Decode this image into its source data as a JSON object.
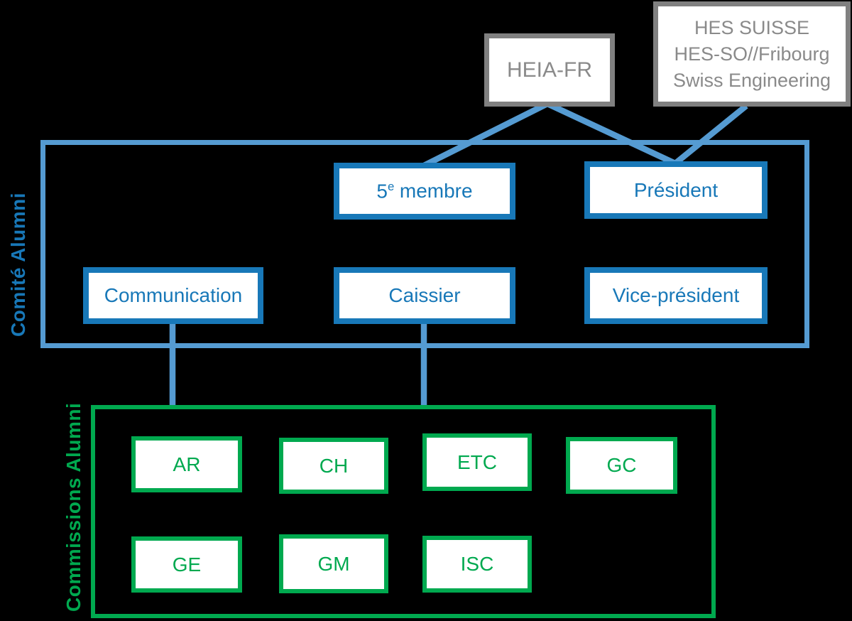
{
  "colors": {
    "background": "#000000",
    "blue_box_border_text": "#1878B8",
    "blue_connector_frame": "#559BD2",
    "green_accent": "#00A94F",
    "gray_border": "#808080",
    "gray_text": "#8A8A8A",
    "box_fill": "#FFFFFF"
  },
  "external_boxes": {
    "heia_fr": "HEIA-FR",
    "hes_lines": [
      "HES SUISSE",
      "HES-SO//Fribourg",
      "Swiss Engineering"
    ]
  },
  "comite": {
    "section_label": "Comité Alumni",
    "member5": {
      "num": "5",
      "sup": "e",
      "word": "membre"
    },
    "president": "Président",
    "communication": "Communication",
    "caissier": "Caissier",
    "vice_president": "Vice-président"
  },
  "commissions": {
    "section_label": "Commissions Alumni",
    "row1": [
      "AR",
      "CH",
      "ETC",
      "GC"
    ],
    "row2": [
      "GE",
      "GM",
      "ISC"
    ]
  }
}
